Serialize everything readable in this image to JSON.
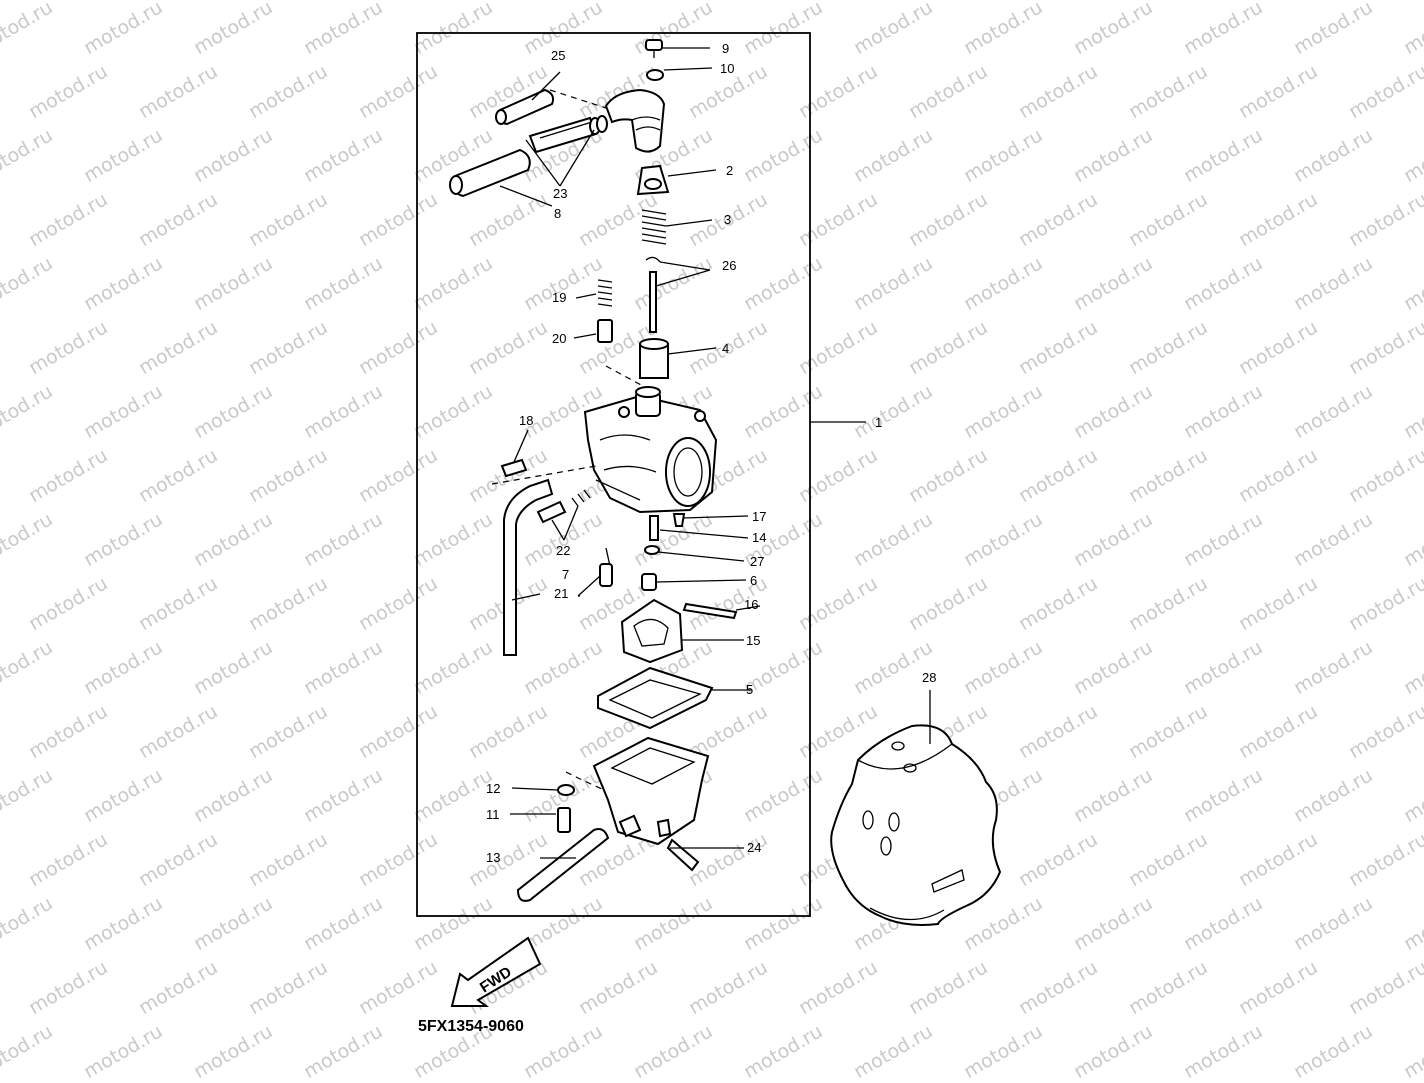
{
  "watermark_text": "motod.ru",
  "diagram_code": "5FX1354-9060",
  "fwd_label": "FWD",
  "part_labels": {
    "p1": "1",
    "p2": "2",
    "p3": "3",
    "p4": "4",
    "p5": "5",
    "p6": "6",
    "p7": "7",
    "p8": "8",
    "p9": "9",
    "p10": "10",
    "p11": "11",
    "p12": "12",
    "p13": "13",
    "p14": "14",
    "p15": "15",
    "p16": "16",
    "p17": "17",
    "p18": "18",
    "p19": "19",
    "p20": "20",
    "p21": "21",
    "p22": "22",
    "p23": "23",
    "p24": "24",
    "p25": "25",
    "p26": "26",
    "p27": "27",
    "p28": "28"
  }
}
